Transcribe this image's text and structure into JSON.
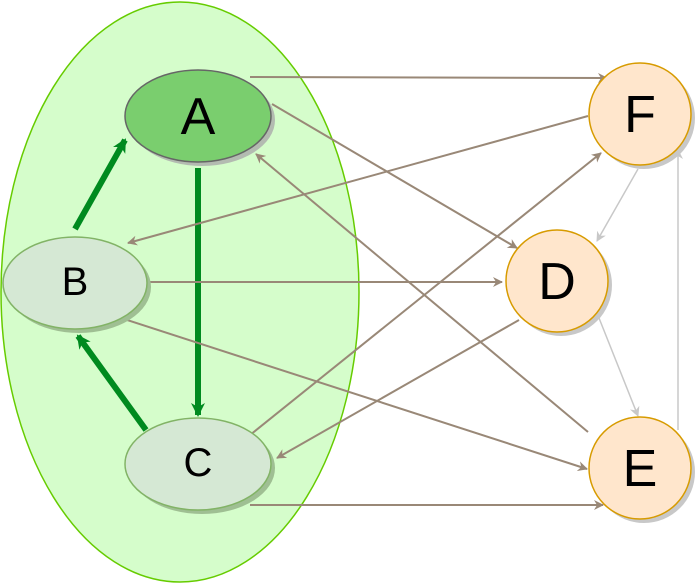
{
  "diagram": {
    "type": "directed-graph",
    "colors": {
      "group_fill": "#d5fdcb",
      "group_stroke": "#66cc00",
      "node_a_fill": "#7ace6e",
      "node_a_stroke": "#666666",
      "node_bc_fill": "#d5e8d4",
      "node_bc_stroke": "#82b366",
      "node_def_fill": "#ffe6cc",
      "node_def_stroke": "#d79b00",
      "edge_brown": "#998877",
      "edge_green": "#008a1f",
      "edge_gray": "#c8c8c8",
      "shadow": "#aaaaaa"
    },
    "group": {
      "name": "cluster-abc"
    },
    "nodes": [
      {
        "id": "A",
        "label": "A",
        "style": "group-primary"
      },
      {
        "id": "B",
        "label": "B",
        "style": "group-member"
      },
      {
        "id": "C",
        "label": "C",
        "style": "group-member"
      },
      {
        "id": "D",
        "label": "D",
        "style": "external"
      },
      {
        "id": "E",
        "label": "E",
        "style": "external"
      },
      {
        "id": "F",
        "label": "F",
        "style": "external"
      }
    ],
    "edges": [
      {
        "from": "A",
        "to": "C",
        "style": "green-thick"
      },
      {
        "from": "B",
        "to": "A",
        "style": "green-thick"
      },
      {
        "from": "C",
        "to": "B",
        "style": "green-thick"
      },
      {
        "from": "A",
        "to": "F",
        "style": "brown"
      },
      {
        "from": "A",
        "to": "D",
        "style": "brown"
      },
      {
        "from": "E",
        "to": "A",
        "style": "brown"
      },
      {
        "from": "F",
        "to": "B",
        "style": "brown"
      },
      {
        "from": "B",
        "to": "D",
        "style": "brown"
      },
      {
        "from": "B",
        "to": "E",
        "style": "brown"
      },
      {
        "from": "C",
        "to": "F",
        "style": "brown"
      },
      {
        "from": "D",
        "to": "C",
        "style": "brown"
      },
      {
        "from": "C",
        "to": "E",
        "style": "brown"
      },
      {
        "from": "F",
        "to": "D",
        "style": "gray"
      },
      {
        "from": "D",
        "to": "E",
        "style": "gray"
      },
      {
        "from": "E",
        "to": "F",
        "style": "gray"
      }
    ]
  }
}
